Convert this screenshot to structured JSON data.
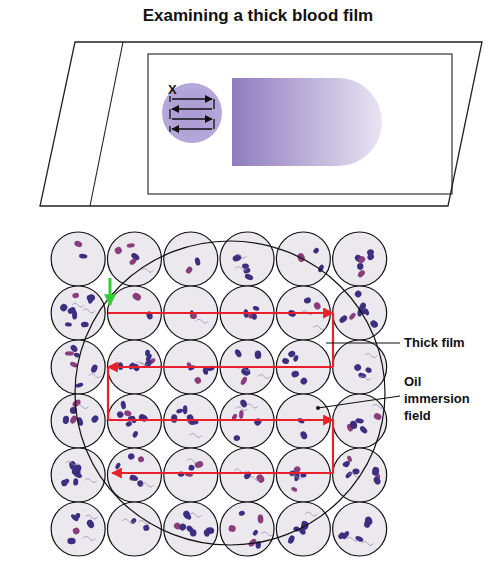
{
  "diagram": {
    "title": "Examining a thick blood film",
    "labels": [
      "X",
      "Thick film",
      "Oil immersion field"
    ]
  }
}
